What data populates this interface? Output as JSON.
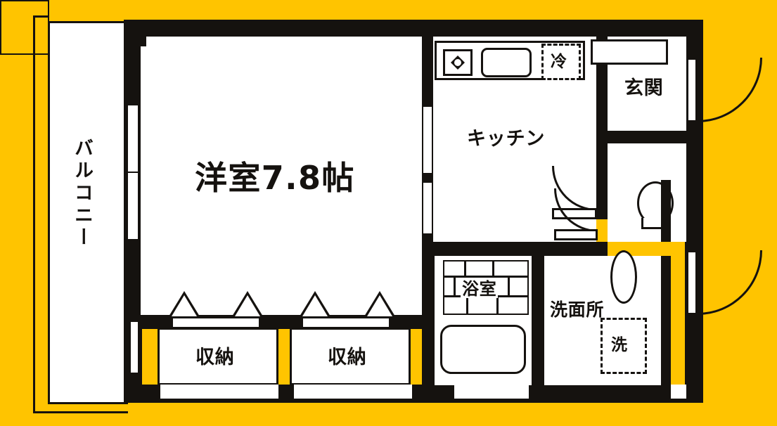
{
  "plan": {
    "type": "apartment-floor-plan",
    "background_color": "#ffc400",
    "wall_color": "#15120f",
    "floor_color": "#ffffff",
    "layout_code": "1K"
  },
  "rooms": [
    {
      "id": "living",
      "label": "洋室7.8帖",
      "romaji": "Western room 7.8 jo",
      "size_jo": 7.8
    },
    {
      "id": "balcony",
      "label": "バルコニー",
      "romaji": "Balcony"
    },
    {
      "id": "kitchen",
      "label": "キッチン",
      "romaji": "Kitchen"
    },
    {
      "id": "entrance",
      "label": "玄関",
      "romaji": "Entrance / Genkan"
    },
    {
      "id": "bath",
      "label": "浴室",
      "romaji": "Bathroom"
    },
    {
      "id": "washroom",
      "label": "洗面所",
      "romaji": "Washroom / Vanity"
    }
  ],
  "fixtures": [
    {
      "id": "fridge",
      "label": "冷",
      "romaji": "Refrigerator space",
      "style": "dashed"
    },
    {
      "id": "washer",
      "label": "洗",
      "romaji": "Washing machine space",
      "style": "dashed"
    },
    {
      "id": "closet_1",
      "label": "収納",
      "romaji": "Closet / Storage"
    },
    {
      "id": "closet_2",
      "label": "収納",
      "romaji": "Closet / Storage"
    }
  ],
  "icons": {
    "stove": "stove-icon",
    "sink": "kitchen-sink-icon",
    "bathtub": "bathtub-icon",
    "toilet": "toilet-icon",
    "vanity_basin": "vanity-basin-icon",
    "shoe_cabinet": "shoe-cabinet-icon"
  },
  "doors": [
    {
      "id": "entrance-door",
      "type": "swing",
      "swing": "outward"
    },
    {
      "id": "service-door",
      "type": "swing",
      "swing": "outward"
    },
    {
      "id": "kitchen-door",
      "type": "swing",
      "swing": "inward"
    },
    {
      "id": "bath-door",
      "type": "swing",
      "swing": "inward"
    },
    {
      "id": "living-slider",
      "type": "sliding"
    },
    {
      "id": "balcony-slider",
      "type": "sliding"
    }
  ]
}
